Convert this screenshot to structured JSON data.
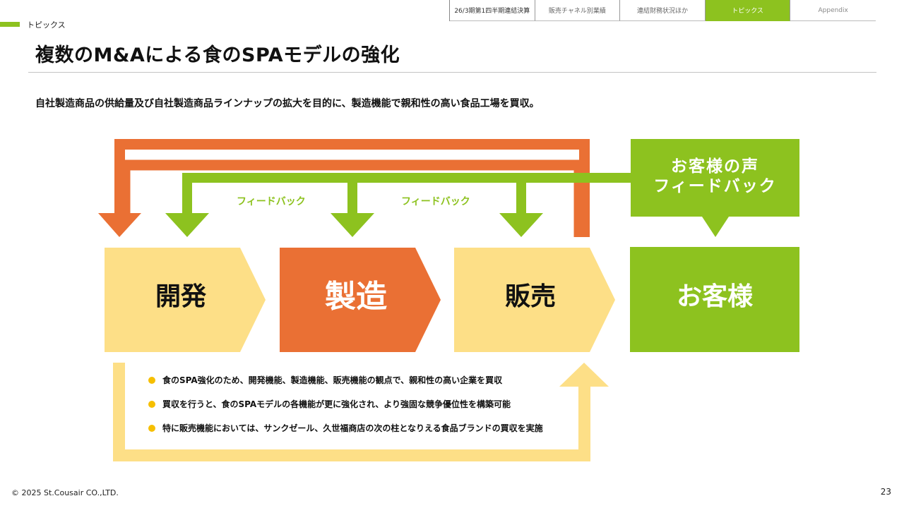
{
  "nav": {
    "tabs": [
      {
        "label": "26/3期第1四半期連結決算",
        "active": false
      },
      {
        "label": "販売チャネル別業績",
        "active": false
      },
      {
        "label": "連結財務状況ほか",
        "active": false
      },
      {
        "label": "トピックス",
        "active": true
      },
      {
        "label": "Appendix",
        "active": false
      }
    ]
  },
  "section": {
    "label": "トピックス"
  },
  "title": "複数のM&Aによる食のSPAモデルの強化",
  "subtitle": "自社製造商品の供給量及び自社製造商品ラインナップの拡大を目的に、製造機能で親和性の高い食品工場を買収。",
  "diagram": {
    "feedback_left": "フィードバック",
    "feedback_right": "フィードバック",
    "voice_line1": "お客様の声",
    "voice_line2": "フィードバック",
    "stages": {
      "dev": "開発",
      "mfg": "製造",
      "sales": "販売",
      "customer": "お客様"
    }
  },
  "bullets": [
    "食のSPA強化のため、開発機能、製造機能、販売機能の観点で、親和性の高い企業を買収",
    "買収を行うと、食のSPAモデルの各機能が更に強化され、より強固な競争優位性を構築可能",
    "特に販売機能においては、サンクゼール、久世福商店の次の柱となりえる食品ブランドの買収を実施"
  ],
  "footer": {
    "copyright": "© 2025 St.Cousair CO.,LTD.",
    "page": "23"
  },
  "colors": {
    "accent_green": "#8dc21f",
    "orange": "#ea7034",
    "pale_yellow": "#fddf87",
    "bullet_yellow": "#f6bf00"
  }
}
